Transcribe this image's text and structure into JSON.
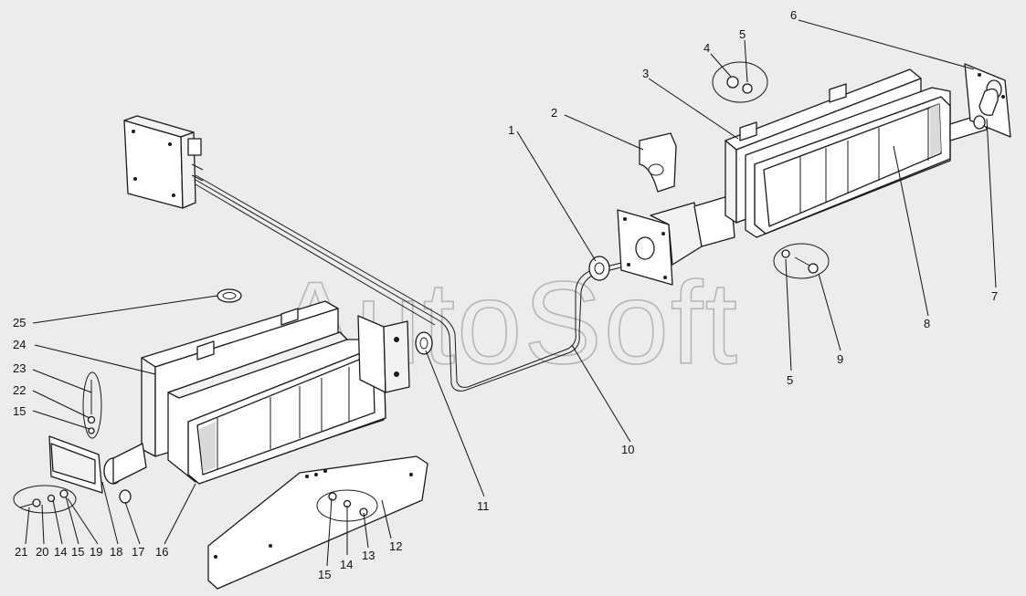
{
  "watermark": "AutoSoft",
  "colors": {
    "background": "#ececec",
    "line": "#1a1a1a",
    "watermark": "#8a8a8a"
  },
  "callouts": {
    "c1": "1",
    "c2": "2",
    "c3": "3",
    "c4": "4",
    "c5a": "5",
    "c5b": "5",
    "c6": "6",
    "c7": "7",
    "c8": "8",
    "c9": "9",
    "c10": "10",
    "c11": "11",
    "c12": "12",
    "c13": "13",
    "c14a": "14",
    "c14b": "14",
    "c15a": "15",
    "c15b": "15",
    "c15c": "15",
    "c16": "16",
    "c17": "17",
    "c18": "18",
    "c19": "19",
    "c20": "20",
    "c21": "21",
    "c22": "22",
    "c23": "23",
    "c24": "24",
    "c25": "25"
  }
}
